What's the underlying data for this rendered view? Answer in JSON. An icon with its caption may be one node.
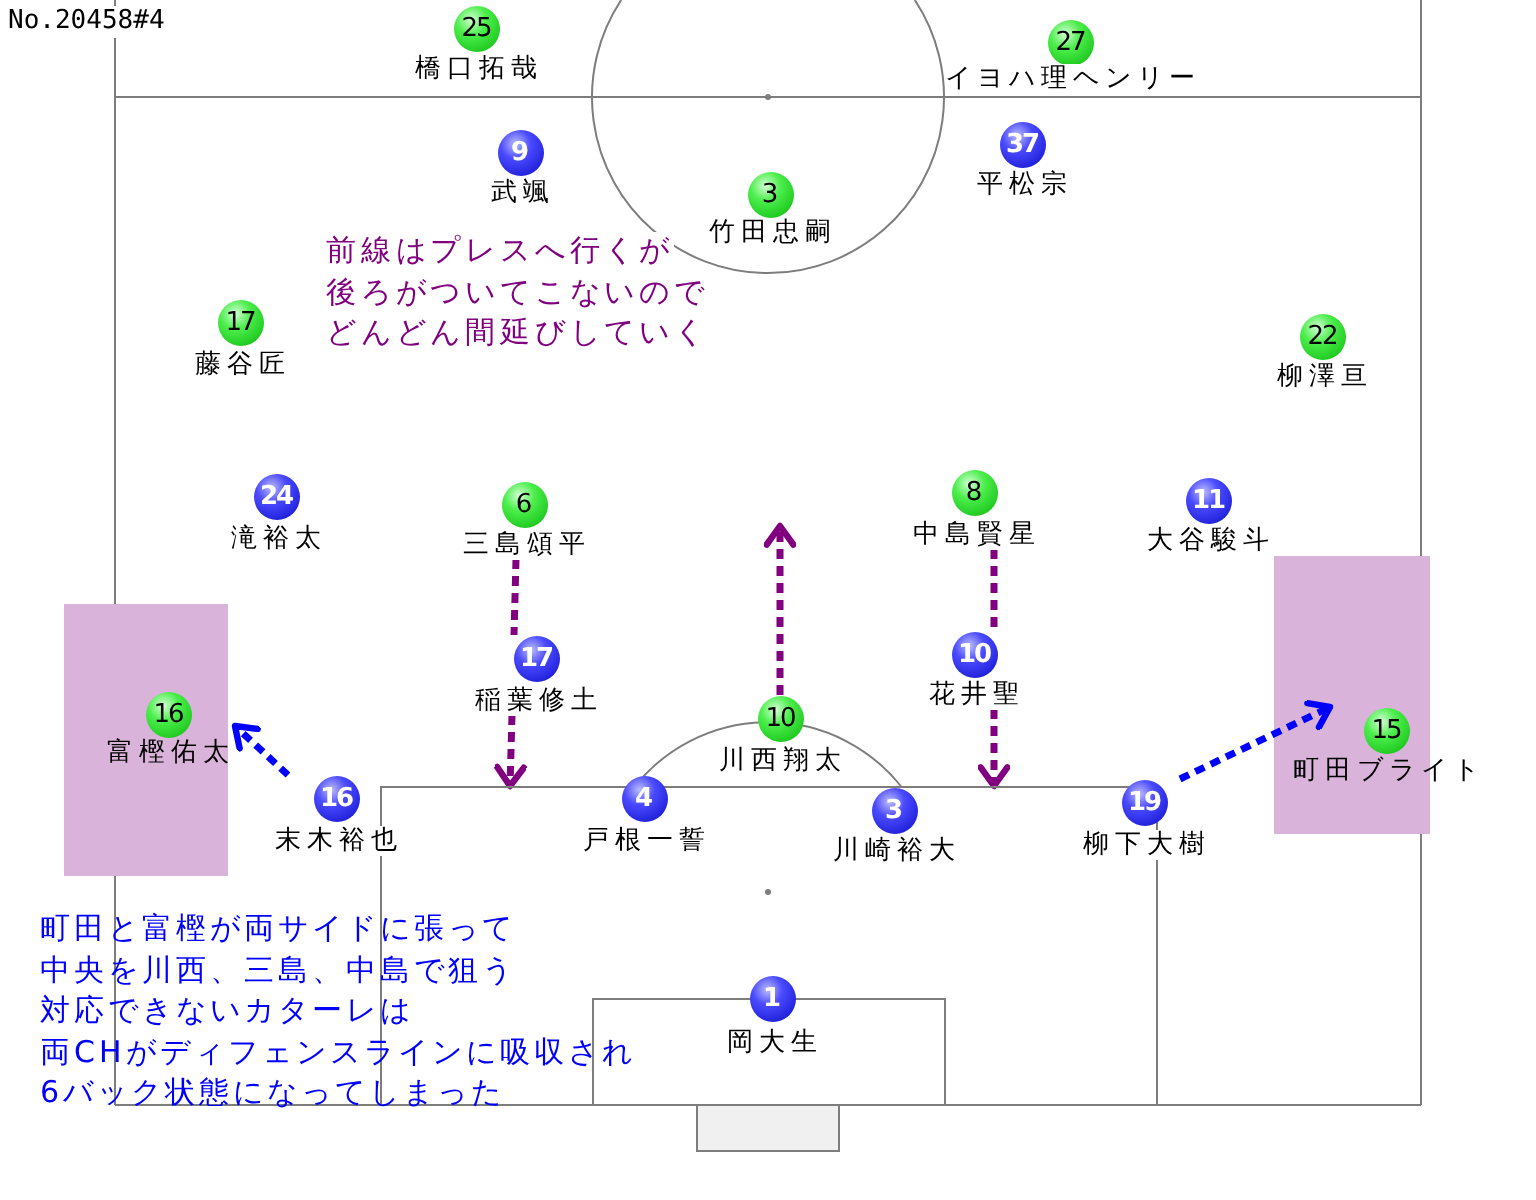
{
  "diagram": {
    "nodes": [
      {
        "text": [
          "25",
          "橋口拓哉"
        ]
      },
      {
        "text": [
          "27",
          "イヨハ理ヘンリー"
        ]
      },
      {
        "text": [
          "9",
          "武颯"
        ]
      },
      {
        "text": [
          "3",
          "竹田忠嗣"
        ]
      },
      {
        "text": [
          "37",
          "平松宗"
        ]
      },
      {
        "text": [
          "17",
          "藤谷匠"
        ]
      },
      {
        "text": [
          "22",
          "柳澤亘"
        ]
      },
      {
        "text": [
          "24",
          "滝裕太"
        ]
      },
      {
        "text": [
          "6",
          "三島頌平"
        ]
      },
      {
        "text": [
          "8",
          "中島賢星"
        ]
      },
      {
        "text": [
          "11",
          "大谷駿斗"
        ]
      },
      {
        "text": [
          "17",
          "稲葉修土"
        ]
      },
      {
        "text": [
          "10",
          "花井聖"
        ]
      },
      {
        "text": [
          "16",
          "富樫佑太"
        ]
      },
      {
        "text": [
          "10",
          "川西翔太"
        ]
      },
      {
        "text": [
          "15",
          "町田ブライト"
        ]
      },
      {
        "text": [],
        "shape": "box"
      },
      {
        "text": [
          "16",
          "末木裕也"
        ]
      },
      {
        "text": [
          "4",
          "戸根一誓"
        ]
      },
      {
        "text": [
          "3",
          "川崎裕大"
        ],
        "in": 16
      },
      {
        "text": [
          "19",
          "柳下大樹"
        ]
      },
      {
        "text": [
          "1",
          "岡大生"
        ],
        "in": 16
      }
    ],
    "edges": [
      {
        "from": 8,
        "to": 11,
        "arrow": "none",
        "style": "dashed"
      },
      {
        "from": 11,
        "to": 16,
        "arrow": "to",
        "style": "dashed"
      },
      {
        "from": 14,
        "to": null,
        "arrow": "to",
        "style": "dashed"
      },
      {
        "from": 9,
        "to": 12,
        "arrow": "none",
        "style": "dashed"
      },
      {
        "from": 12,
        "to": 16,
        "arrow": "to",
        "style": "dashed"
      },
      {
        "from": 17,
        "to": 13,
        "arrow": "to",
        "style": "dashed",
        "color": "#0000ff"
      },
      {
        "from": 20,
        "to": 15,
        "arrow": "to",
        "style": "dashed",
        "color": "#0000ff"
      }
    ],
    "labels": [
      "No.20458#4",
      "前線はプレスへ行くが後ろがついてこないのでどんどん間延びしていく",
      "町田と富樫が両サイドに張って中央を川西、三島、中島で狙う対応できないカターレは両CHがディフェンスラインに吸収され6バック状態になってしまった"
    ]
  }
}
